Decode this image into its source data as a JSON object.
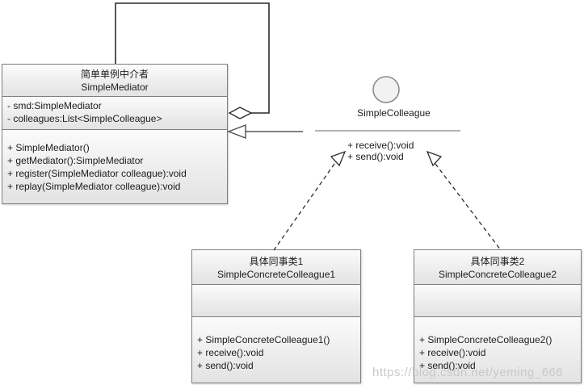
{
  "diagram": {
    "mediator": {
      "title_cn": "简单单例中介者",
      "title_en": "SimpleMediator",
      "attributes": [
        "- smd:SimpleMediator",
        "- colleagues:List<SimpleColleague>"
      ],
      "methods": [
        "+ SimpleMediator()",
        "+ getMediator():SimpleMediator",
        "+ register(SimpleMediator colleague):void",
        "+ replay(SimpleMediator colleague):void"
      ]
    },
    "interface": {
      "name": "SimpleColleague",
      "methods": [
        "+ receive():void",
        "+ send():void"
      ]
    },
    "colleague1": {
      "title_cn": "具体同事类1",
      "title_en": "SimpleConcreteColleague1",
      "methods": [
        "+ SimpleConcreteColleague1()",
        "+ receive():void",
        "+ send():void"
      ]
    },
    "colleague2": {
      "title_cn": "具体同事类2",
      "title_en": "SimpleConcreteColleague2",
      "methods": [
        "+ SimpleConcreteColleague2()",
        "+ receive():void",
        "+ send():void"
      ]
    }
  },
  "watermark": "https://blog.csdn.net/yeming_666",
  "colors": {
    "box_border": "#7f7f7f",
    "box_fill_top": "#fbfbfb",
    "box_fill_bottom": "#e3e3e3",
    "line_dark": "#2b2b2b",
    "line_gray": "#808080",
    "interface_separator": "#b3b3b3",
    "lollipop_fill": "#f2f2f2",
    "lollipop_stroke": "#8c8c8c",
    "watermark": "#c9c9c9",
    "text": "#1c1c1c"
  }
}
